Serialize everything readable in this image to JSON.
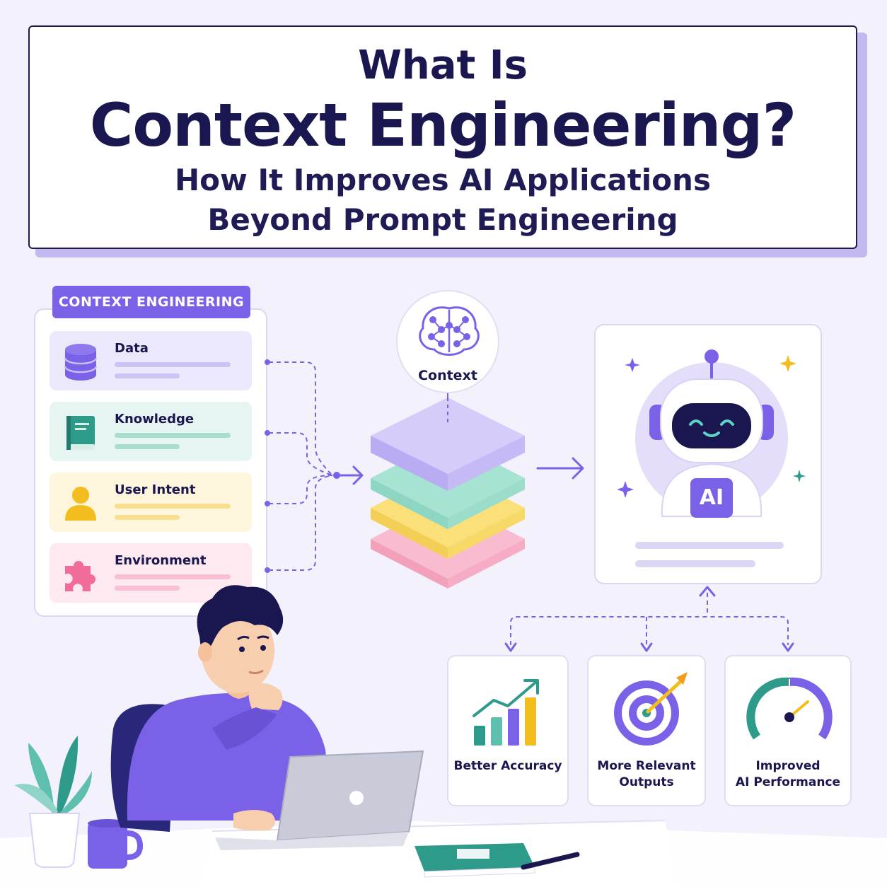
{
  "header": {
    "line1": "What Is",
    "line2": "Context Engineering?",
    "subtitle_line1": "How It Improves AI Applications",
    "subtitle_line2": "Beyond Prompt Engineering"
  },
  "panel": {
    "tag": "CONTEXT ENGINEERING",
    "items": [
      {
        "label": "Data",
        "icon": "database-icon",
        "color": "#7b61e8"
      },
      {
        "label": "Knowledge",
        "icon": "book-icon",
        "color": "#2e9a8a"
      },
      {
        "label": "User Intent",
        "icon": "user-icon",
        "color": "#f3bd1f"
      },
      {
        "label": "Environment",
        "icon": "puzzle-icon",
        "color": "#f26c9a"
      }
    ]
  },
  "context": {
    "label": "Context",
    "icon": "brain-network-icon"
  },
  "robot": {
    "badge": "AI",
    "icon": "robot-icon"
  },
  "outcomes": [
    {
      "label_line1": "Better Accuracy",
      "label_line2": "",
      "icon": "growth-chart-icon"
    },
    {
      "label_line1": "More Relevant",
      "label_line2": "Outputs",
      "icon": "target-icon"
    },
    {
      "label_line1": "Improved",
      "label_line2": "AI Performance",
      "icon": "speedometer-icon"
    }
  ],
  "colors": {
    "accent": "#7b61e8",
    "navy": "#1a1650",
    "background": "#f3f1fb",
    "teal": "#2e9a8a",
    "yellow": "#f3bd1f",
    "pink": "#f26c9a"
  }
}
